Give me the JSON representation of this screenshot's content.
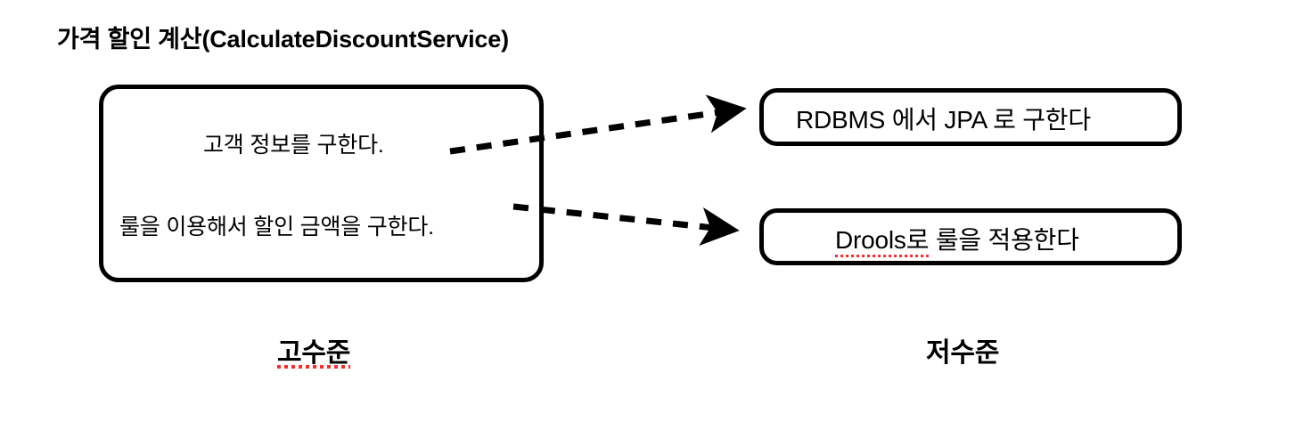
{
  "title": "가격 할인 계산(CalculateDiscountService)",
  "high_level": {
    "caption": "고수준",
    "caption_has_spellcheck_underline": true,
    "steps": [
      {
        "label": "고객 정보를 구한다."
      },
      {
        "label": "룰을 이용해서 할인 금액을 구한다."
      }
    ]
  },
  "low_level": {
    "caption": "저수준",
    "caption_has_spellcheck_underline": false,
    "boxes": [
      {
        "label": "RDBMS 에서 JPA 로 구한다",
        "spellcheck_span": ""
      },
      {
        "label": "Drools로 룰을 적용한다",
        "spellcheck_span": "Drools로",
        "rest": " 룰을 적용한다"
      }
    ]
  },
  "arrows": [
    {
      "name": "arrow-customer-to-rdbms",
      "style": "dashed",
      "from": "고객 정보를 구한다.",
      "to": "RDBMS 에서 JPA 로 구한다"
    },
    {
      "name": "arrow-rule-to-drools",
      "style": "dashed",
      "from": "룰을 이용해서 할인 금액을 구한다.",
      "to": "Drools로 룰을 적용한다"
    }
  ],
  "colors": {
    "stroke": "#000000",
    "background": "#ffffff",
    "spellcheck": "#ff2a2a"
  }
}
